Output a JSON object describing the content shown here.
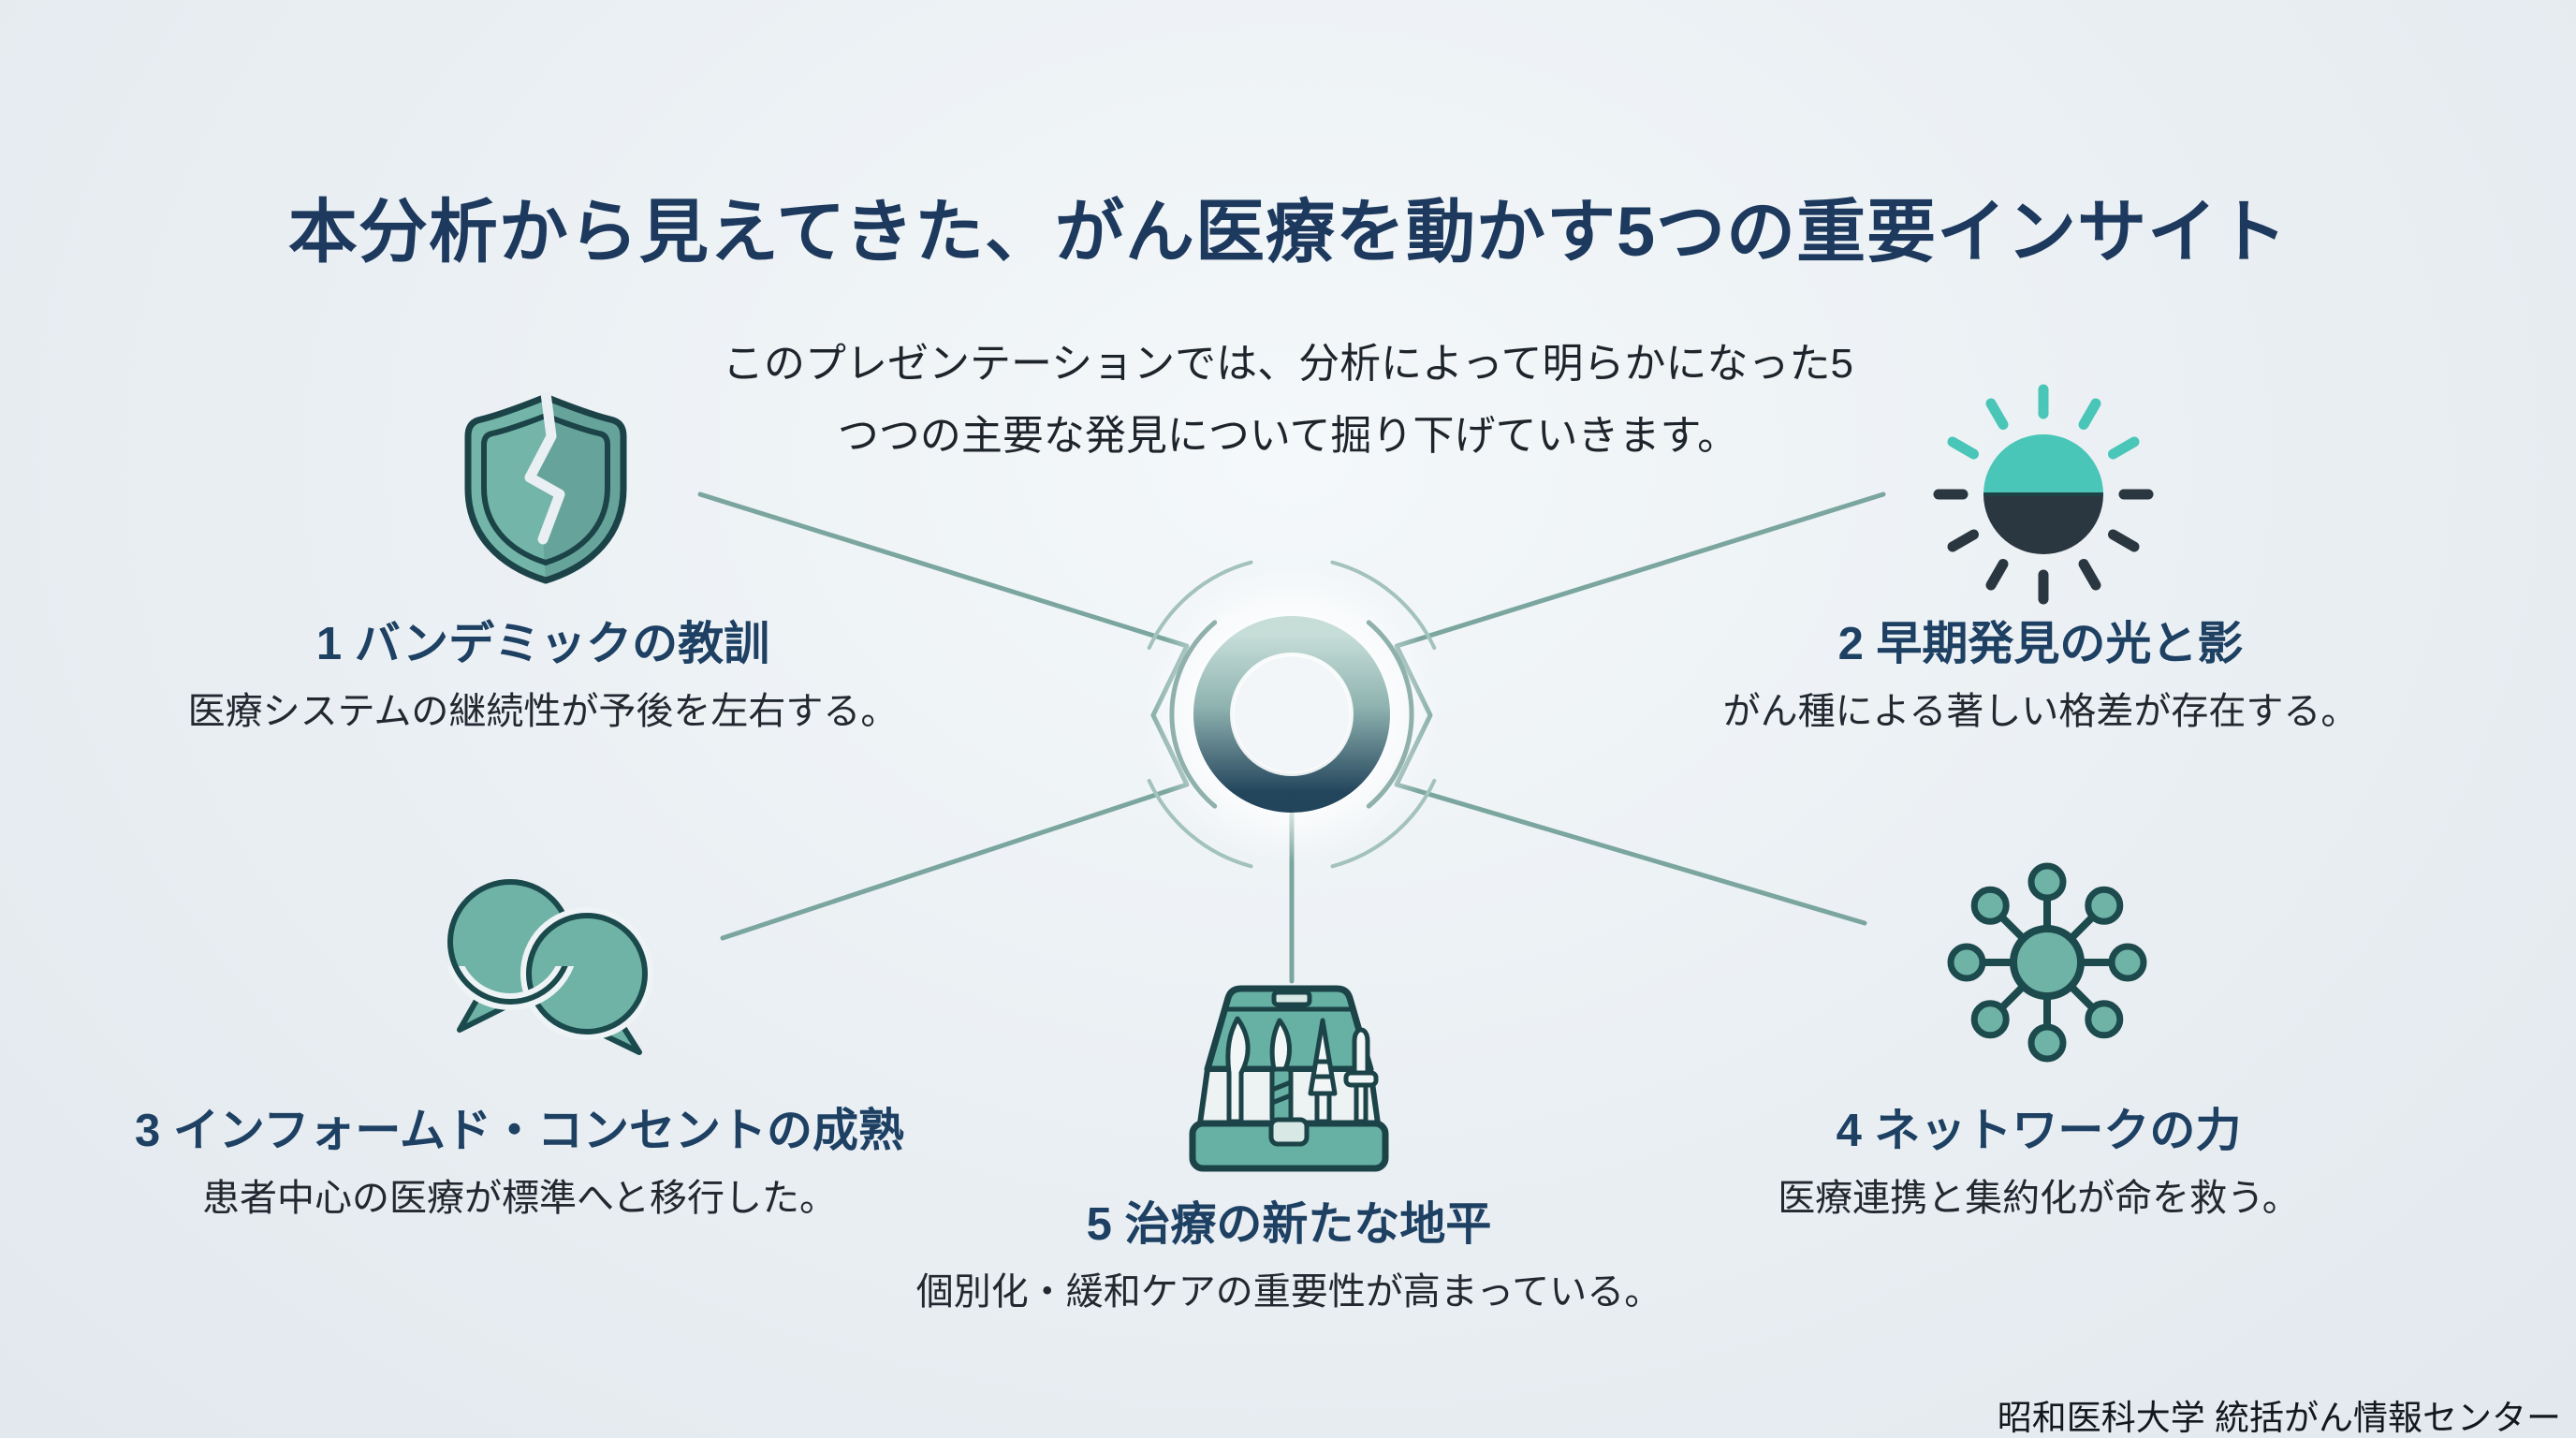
{
  "slide": {
    "title": "本分析から見えてきた、がん医療を動かす5つの重要インサイト",
    "subtitle": {
      "line1": "このプレゼンテーションでは、分析によって明らかになった5",
      "line2": "つつの主要な発見について掘り下げていきます。"
    },
    "items": [
      {
        "heading": "1 バンデミックの教訓",
        "description": "医療システムの継続性が予後を左右する。",
        "icon": "cracked-shield-icon"
      },
      {
        "heading": "2 早期発見の光と影",
        "description": "がん種による著しい格差が存在する。",
        "icon": "half-sun-icon"
      },
      {
        "heading": "3 インフォームド・コンセントの成熟",
        "description": "患者中心の医療が標準へと移行した。",
        "icon": "speech-bubbles-icon"
      },
      {
        "heading": "4 ネットワークの力",
        "description": "医療連携と集約化が命を救う。",
        "icon": "network-hub-icon"
      },
      {
        "heading": "5 治療の新たな地平",
        "description": "個別化・緩和ケアの重要性が高まっている。",
        "icon": "medical-toolbox-icon"
      }
    ],
    "footer": "昭和医科大学 統括がん情報センター",
    "colors": {
      "background": "#eaeff3",
      "title_navy": "#1d3a5e",
      "heading_navy": "#1d4063",
      "body_text": "#212830",
      "icon_teal": "#6fb3a6",
      "icon_outline": "#1c4448",
      "sun_teal": "#49c6b8",
      "sun_dark": "#2a3740",
      "connector_line": "#7ba69f",
      "ring_light": "#c6ddd8",
      "ring_dark": "#23455c"
    }
  }
}
